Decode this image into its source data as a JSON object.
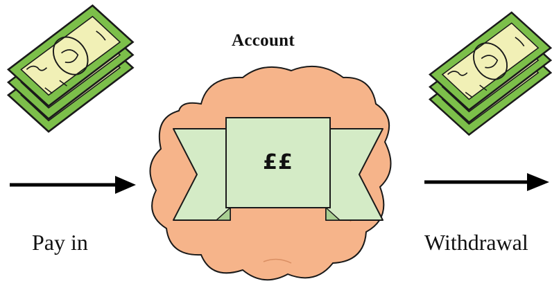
{
  "title": "Account",
  "inflow_label": "Pay in",
  "outflow_label": "Withdrawal",
  "balance_symbol": "££",
  "icons": {
    "left": "banknote-stack-icon",
    "right": "banknote-stack-icon",
    "center": "cloud-icon"
  },
  "colors": {
    "cloud_fill": "#f6b48a",
    "banner_fill": "#d4ebc6",
    "note_green": "#7cbf4a",
    "note_paper": "#f1f0b6",
    "arrow": "#000000"
  }
}
